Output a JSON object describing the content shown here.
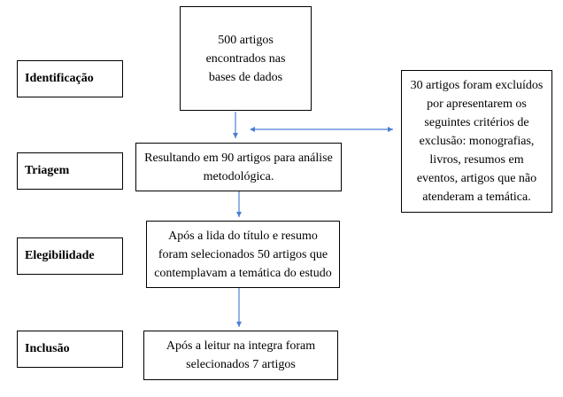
{
  "stages": {
    "identificacao": "Identificação",
    "triagem": "Triagem",
    "elegibilidade": "Elegibilidade",
    "inclusao": "Inclusão"
  },
  "boxes": {
    "found": "500 artigos encontrados nas bases de dados",
    "screening": "Resultando em 90 artigos para análise metodológica.",
    "eligibility": "Após a lida do título e resumo foram selecionados 50 artigos que contemplavam a temática do estudo",
    "inclusion": "Após a leitur na integra foram selecionados 7 artigos",
    "excluded": "30 artigos foram excluídos por apresentarem os seguintes critérios de exclusão: monografias, livros, resumos em eventos, artigos que não atenderam a temática."
  },
  "colors": {
    "arrow": "#4a7fd4",
    "border": "#000000"
  }
}
